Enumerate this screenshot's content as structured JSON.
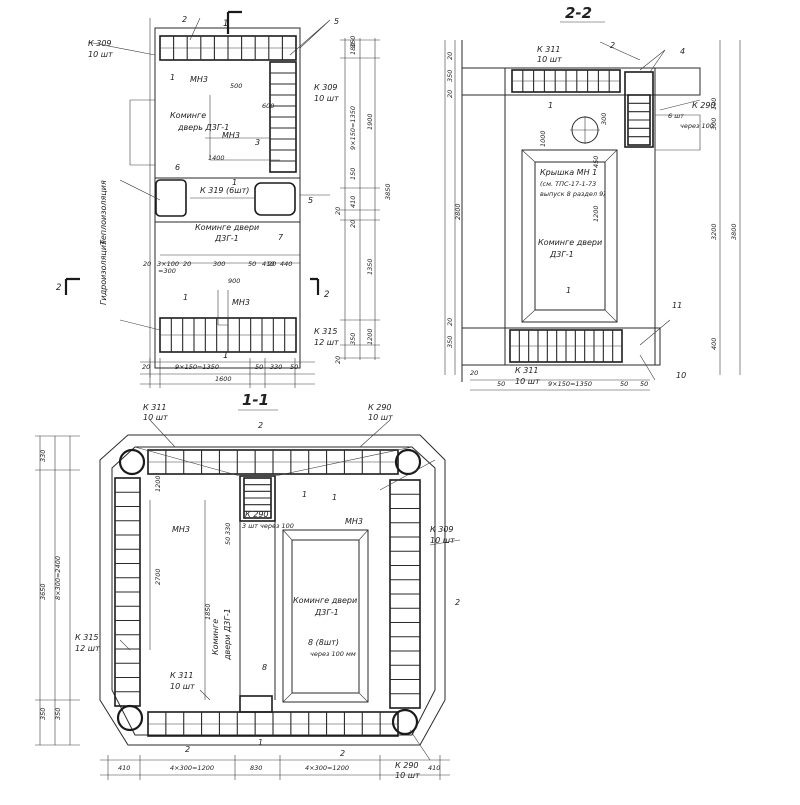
{
  "views": {
    "plan": {
      "section_mark_top": "1",
      "section_mark_bottom": "1",
      "section_left": "2",
      "section_right": "2",
      "labels": {
        "k309_a": "К 309",
        "k309_a_count": "10 шт",
        "k309_b": "К 309",
        "k309_b_count": "10 шт",
        "k319": "К 319 (6шт)",
        "k315": "К 315",
        "k315_count": "12 шт",
        "mn3_a": "МН3",
        "mn3_b": "МН3",
        "mn3_c": "МН3",
        "door_block_a": "Коминге",
        "door_block_a2": "дверь Д3Г-1",
        "door_block_b": "Коминге двери",
        "door_block_b2": "Д3Г-1",
        "waterproofing": "Гидроизоляция",
        "lumber": "Теплоизоляция"
      },
      "callouts": [
        "1",
        "1",
        "1",
        "2",
        "3",
        "5",
        "5",
        "6",
        "7"
      ],
      "dims_right": [
        "180",
        "350",
        "9×150=1350",
        "1900",
        "410",
        "20",
        "1350",
        "3850",
        "350",
        "1200",
        "20",
        "150",
        "20"
      ],
      "dims_bottom": [
        "20",
        "9×150=1350",
        "50",
        "330",
        "50",
        "1600"
      ],
      "dims_mid": [
        "20",
        "3×100",
        "=300",
        "20",
        "300",
        "50",
        "410",
        "440",
        "500",
        "600",
        "900",
        "1400",
        "20"
      ]
    },
    "section_2_2": {
      "title": "2-2",
      "labels": {
        "k311_top": "К 311",
        "k311_top_count": "10 шт",
        "k290": "К 290",
        "k290_note": "6 шт",
        "k290_note2": "через 100",
        "k311_bottom": "К 311",
        "k311_bottom_count": "10 шт",
        "hatch_cover": "Крышка МН 1",
        "hatch_note": "(см. ТПС-17-1-73",
        "hatch_note2": "выпуск 8 раздел 9)",
        "door_block": "Коминге двери",
        "door_block2": "Д3Г-1"
      },
      "callouts": [
        "1",
        "1",
        "2",
        "4",
        "10",
        "11"
      ],
      "dims_left": [
        "20",
        "350",
        "20",
        "2800",
        "20",
        "350"
      ],
      "dims_right": [
        "3200",
        "3800",
        "100",
        "300",
        "400"
      ],
      "dims_bottom": [
        "50",
        "9×150=1350",
        "50",
        "50",
        "20"
      ],
      "dims_mid": [
        "300",
        "1000",
        "450",
        "1200"
      ]
    },
    "section_1_1": {
      "title": "1-1",
      "labels": {
        "k311_top": "К 311",
        "k311_top_count": "10 шт",
        "k290_top": "К 290",
        "k290_top_count": "10 шт",
        "k290_mid": "К 290",
        "k290_mid_note": "3 шт через 100",
        "k309": "К 309",
        "k309_count": "10 шт",
        "k315": "К 315",
        "k315_count": "12 шт",
        "k311_low": "К 311",
        "k311_low_count": "10 шт",
        "k290_bot": "К 290",
        "k290_bot_count": "10 шт",
        "mn3_a": "МН3",
        "mn3_b": "МН3",
        "door_block_a": "Коминге",
        "door_block_a2": "двери Д3Г-1",
        "door_block_b": "Коминге двери",
        "door_block_b2": "Д3Г-1",
        "bar_8": "8 (8шт)",
        "bar_8_note": "через 100 мм"
      },
      "callouts": [
        "1",
        "1",
        "1",
        "2",
        "2",
        "2",
        "2",
        "8"
      ],
      "dims_left": [
        "330",
        "3650",
        "8×300=2400",
        "350",
        "350"
      ],
      "dims_inner": [
        "2700",
        "1850",
        "1200",
        "50",
        "330"
      ],
      "dims_bottom": [
        "410",
        "4×300=1200",
        "830",
        "4×300=1200",
        "410"
      ]
    }
  }
}
